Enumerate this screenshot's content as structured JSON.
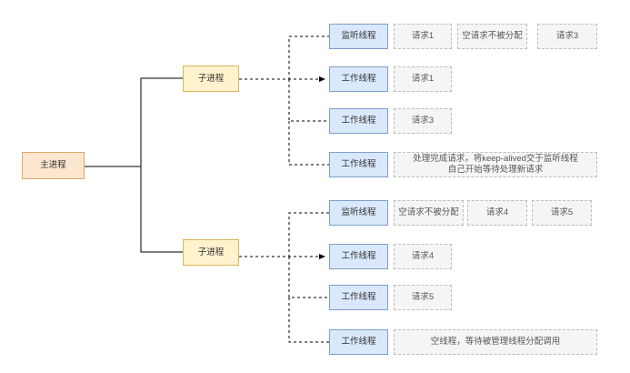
{
  "main_process": "主进程",
  "children": [
    {
      "label": "子进程",
      "threads": [
        {
          "type": "监听线程",
          "tasks": [
            "请求1",
            "空请求不被分配",
            "请求3"
          ]
        },
        {
          "type": "工作线程",
          "tasks": [
            "请求1"
          ]
        },
        {
          "type": "工作线程",
          "tasks": [
            "请求3"
          ]
        },
        {
          "type": "工作线程",
          "tasks": [
            "处理完成请求，将keep-alived交于监听线程",
            "自己开始等待处理新请求"
          ]
        }
      ]
    },
    {
      "label": "子进程",
      "threads": [
        {
          "type": "监听线程",
          "tasks": [
            "空请求不被分配",
            "请求4",
            "请求5"
          ]
        },
        {
          "type": "工作线程",
          "tasks": [
            "请求4"
          ]
        },
        {
          "type": "工作线程",
          "tasks": [
            "请求5"
          ]
        },
        {
          "type": "工作线程",
          "tasks": [
            "空线程，等待被管理线程分配调用"
          ]
        }
      ]
    }
  ],
  "colors": {
    "main_fill": "#fce6cf",
    "child_fill": "#fff2cc",
    "thread_fill": "#dae8fc",
    "task_fill": "#f5f5f5",
    "line": "#000000"
  }
}
